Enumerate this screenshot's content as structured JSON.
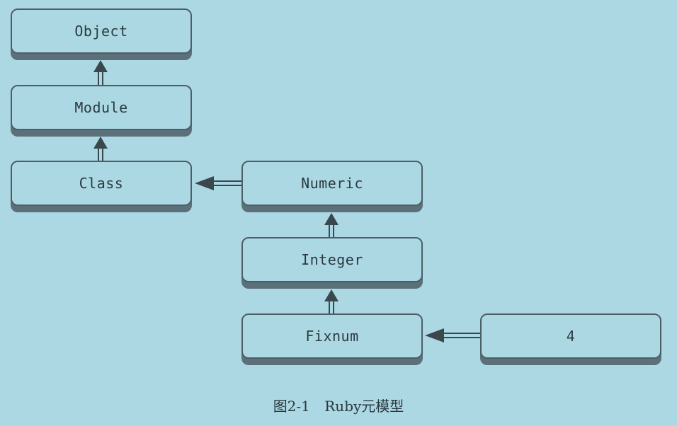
{
  "nodes": {
    "object": "Object",
    "module": "Module",
    "class": "Class",
    "numeric": "Numeric",
    "integer": "Integer",
    "fixnum": "Fixnum",
    "four": "4"
  },
  "caption": "图2-1 Ruby元模型",
  "colors": {
    "background": "#acd8e4",
    "border": "#4c5f67",
    "shadow": "#5c7079",
    "arrow": "#3a474d"
  }
}
